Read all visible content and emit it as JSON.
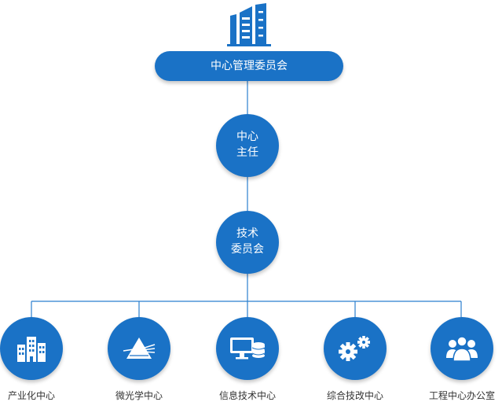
{
  "colors": {
    "primary": "#1a72c6",
    "line": "#2a7fcf",
    "text": "#333333"
  },
  "top": {
    "logo_icon": "building-icon",
    "title": "中心管理委员会"
  },
  "director": {
    "line1": "中心",
    "line2": "主任"
  },
  "committee": {
    "line1": "技术",
    "line2": "委员会"
  },
  "departments": [
    {
      "label": "产业化中心",
      "icon": "office-buildings-icon"
    },
    {
      "label": "微光学中心",
      "icon": "prism-icon"
    },
    {
      "label": "信息技术中心",
      "icon": "monitor-database-icon"
    },
    {
      "label": "综合技改中心",
      "icon": "gears-icon"
    },
    {
      "label": "工程中心办公室",
      "icon": "people-group-icon"
    }
  ]
}
